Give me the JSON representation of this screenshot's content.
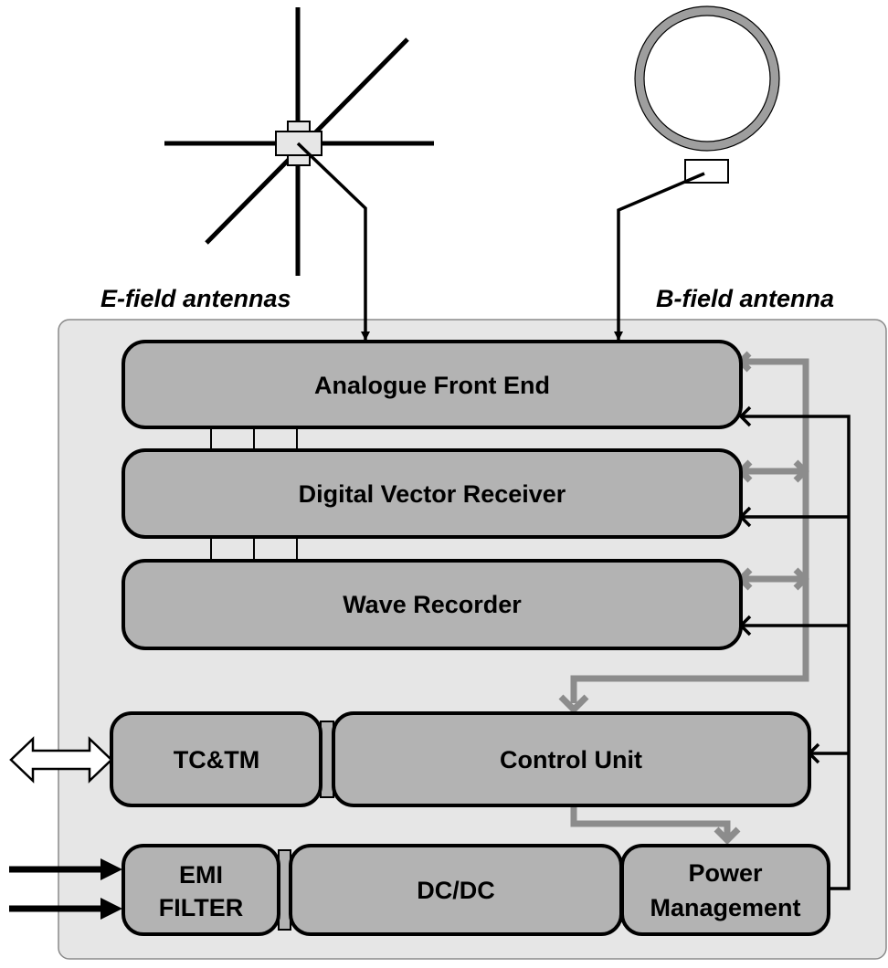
{
  "antenna_labels": {
    "e_field": "E-field antennas",
    "b_field": "B-field antenna"
  },
  "blocks": {
    "analogue_front_end": "Analogue Front End",
    "digital_vector_receiver": "Digital Vector Receiver",
    "wave_recorder": "Wave Recorder",
    "tc_tm": "TC&TM",
    "control_unit": "Control Unit",
    "emi_filter_line1": "EMI",
    "emi_filter_line2": "FILTER",
    "dc_dc": "DC/DC",
    "power_management_line1": "Power",
    "power_management_line2": "Management"
  },
  "colors": {
    "panel_fill": "#e6e6e6",
    "block_fill": "#b3b3b3",
    "bus_gray": "#8c8c8c",
    "power_line": "#000000"
  }
}
